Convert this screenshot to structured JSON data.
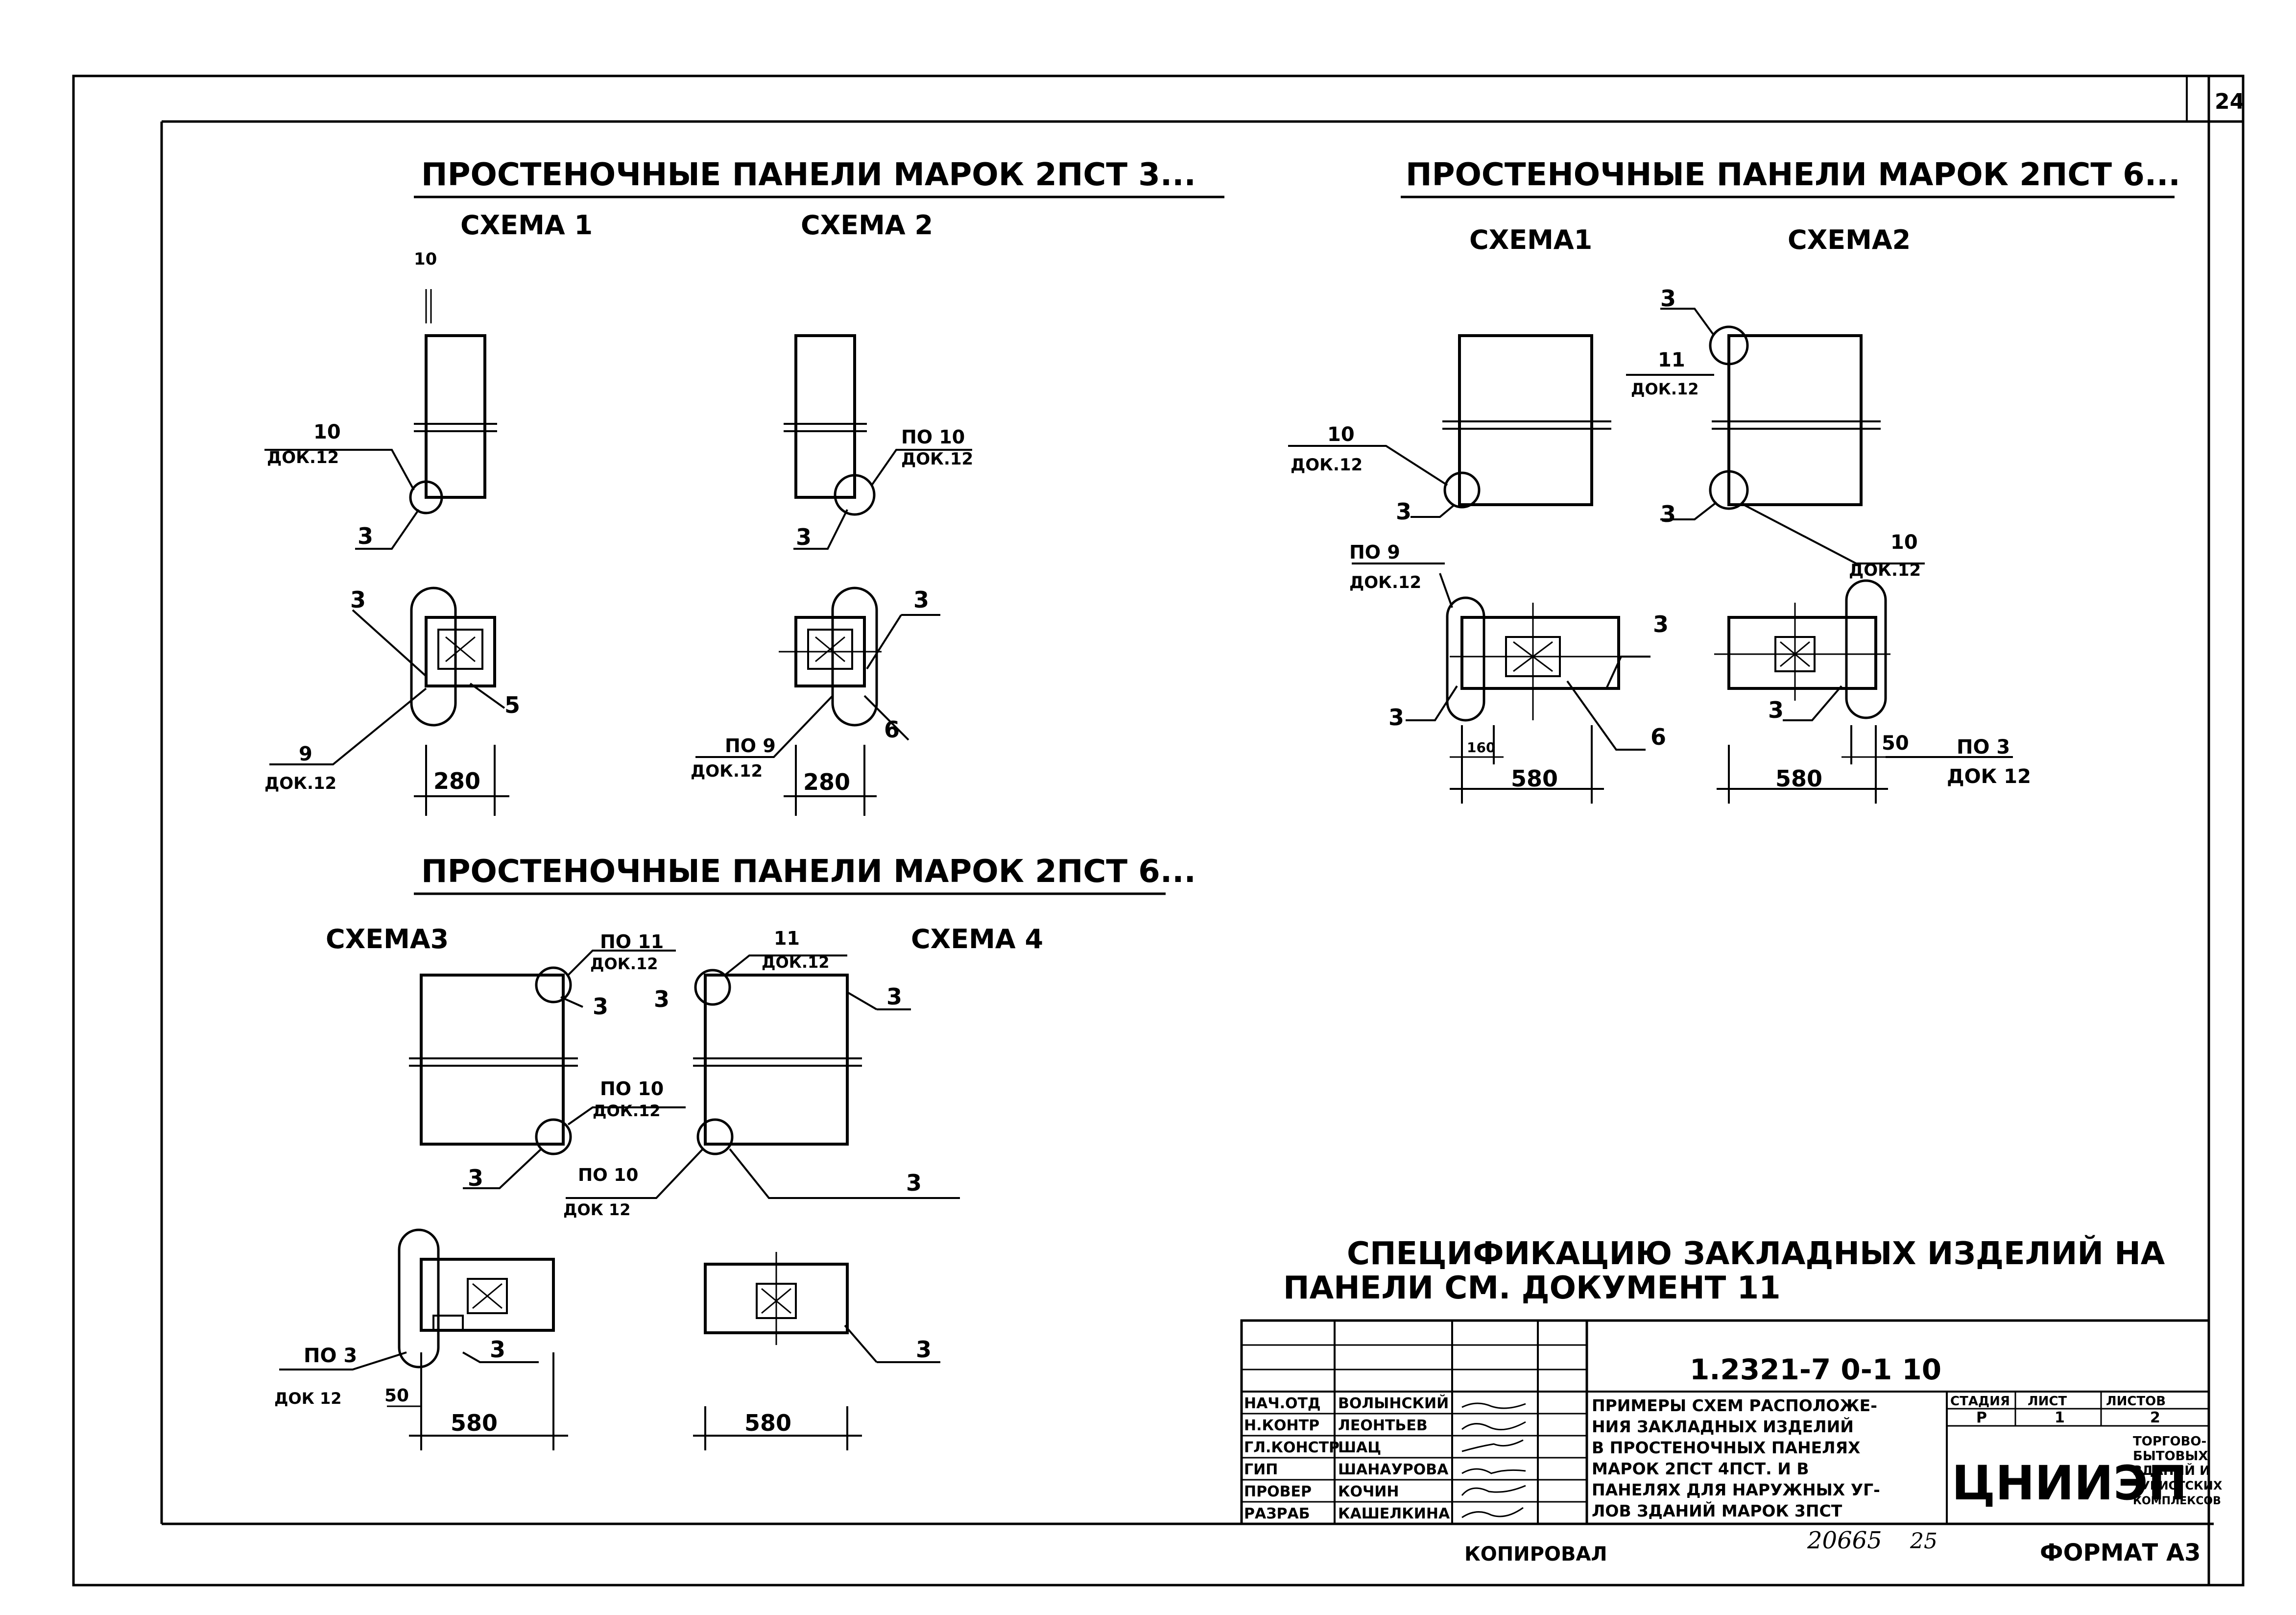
{
  "sheet": {
    "page_number": "24",
    "format_label": "ФОРМАТ А3",
    "copied_label": "КОПИРОВАЛ",
    "inventory_number": "20665",
    "inventory_suffix": "25"
  },
  "section1": {
    "title": "ПРОСТЕНОЧНЫЕ ПАНЕЛИ МАРОК 2ПСТ 3...",
    "scheme1": {
      "title": "СХЕМА 1",
      "gap_label": "10",
      "callout_num": "10",
      "callout_doc": "ДОК.12",
      "item_a": "3",
      "item_b": "3",
      "item_c": "5",
      "plan_num": "9",
      "plan_doc": "ДОК.12",
      "dim": "280"
    },
    "scheme2": {
      "title": "СХЕМА 2",
      "callout_num": "ПО 10",
      "callout_doc": "ДОК.12",
      "item_a": "3",
      "item_b": "3",
      "item_c": "6",
      "plan_num": "ПО 9",
      "plan_doc": "ДОК.12",
      "dim": "280"
    }
  },
  "section2": {
    "title": "ПРОСТЕНОЧНЫЕ ПАНЕЛИ МАРОК 2ПСТ 6...",
    "scheme1": {
      "title": "СХЕМА1",
      "callout_num": "10",
      "callout_doc": "ДОК.12",
      "item_a": "3",
      "plan_num": "ПО 9",
      "plan_doc": "ДОК.12",
      "item_b": "3",
      "item_c": "3",
      "item_d": "6",
      "dim_small": "160",
      "dim": "580"
    },
    "scheme2": {
      "title": "СХЕМА2",
      "item_top": "3",
      "callout_top_num": "11",
      "callout_top_doc": "ДОК.12",
      "item_a": "3",
      "callout_num": "10",
      "callout_doc": "ДОК.12",
      "item_b": "3",
      "dim_small": "50",
      "plan_num": "ПО 3",
      "plan_doc": "ДОК 12",
      "dim": "580"
    }
  },
  "section3": {
    "title": "ПРОСТЕНОЧНЫЕ ПАНЕЛИ МАРОК 2ПСТ 6...",
    "scheme3": {
      "title": "СХЕМА3",
      "callout_top_num": "ПО 11",
      "callout_top_doc": "ДОК.12",
      "item_top": "3",
      "callout_mid_num": "ПО 10",
      "callout_mid_doc": "ДОК.12",
      "item_bottom": "3",
      "plan_num": "ПО 3",
      "plan_doc": "ДОК 12",
      "plan_item": "3",
      "dim_small": "50",
      "dim": "580"
    },
    "scheme4": {
      "title": "СХЕМА 4",
      "callout_top_num": "11",
      "callout_top_doc": "ДОК.12",
      "item_top_left": "3",
      "item_top_right": "3",
      "callout_bottom_num": "ПО 10",
      "callout_bottom_doc": "ДОК 12",
      "item_bottom": "3",
      "plan_item": "3",
      "dim": "580"
    }
  },
  "spec_note": {
    "line1": "СПЕЦИФИКАЦИЮ ЗАКЛАДНЫХ ИЗДЕЛИЙ НА",
    "line2": "ПАНЕЛИ СМ. ДОКУМЕНТ 11"
  },
  "title_block": {
    "document_code": "1.2321-7 0-1 10",
    "description_lines": [
      "ПРИМЕРЫ СХЕМ РАСПОЛОЖЕ-",
      "НИЯ ЗАКЛАДНЫХ ИЗДЕЛИЙ",
      "В ПРОСТЕНОЧНЫХ ПАНЕЛЯХ",
      "МАРОК 2ПСТ 4ПСТ. И В",
      "ПАНЕЛЯХ ДЛЯ НАРУЖНЫХ УГ-",
      "ЛОВ ЗДАНИЙ МАРОК 3ПСТ"
    ],
    "stage_header": "СТАДИЯ",
    "sheet_header": "ЛИСТ",
    "sheets_header": "ЛИСТОВ",
    "stage_value": "Р",
    "sheet_value": "1",
    "sheets_value": "2",
    "org_logo": "ЦНИИЭП",
    "org_lines": [
      "ТОРГОВО-",
      "БЫТОВЫХ",
      "ЗДАНИЙ И",
      "ТУРИСТСКИХ",
      "КОМПЛЕКСОВ"
    ],
    "signatories": [
      {
        "role": "НАЧ.ОТД",
        "name": "ВОЛЫНСКИЙ"
      },
      {
        "role": "Н.КОНТР",
        "name": "ЛЕОНТЬЕВ"
      },
      {
        "role": "ГЛ.КОНСТР",
        "name": "ШАЦ"
      },
      {
        "role": "ГИП",
        "name": "ШАНАУРОВА"
      },
      {
        "role": "ПРОВЕР",
        "name": "КОЧИН"
      },
      {
        "role": "РАЗРАБ",
        "name": "КАШЕЛКИНА"
      }
    ]
  }
}
